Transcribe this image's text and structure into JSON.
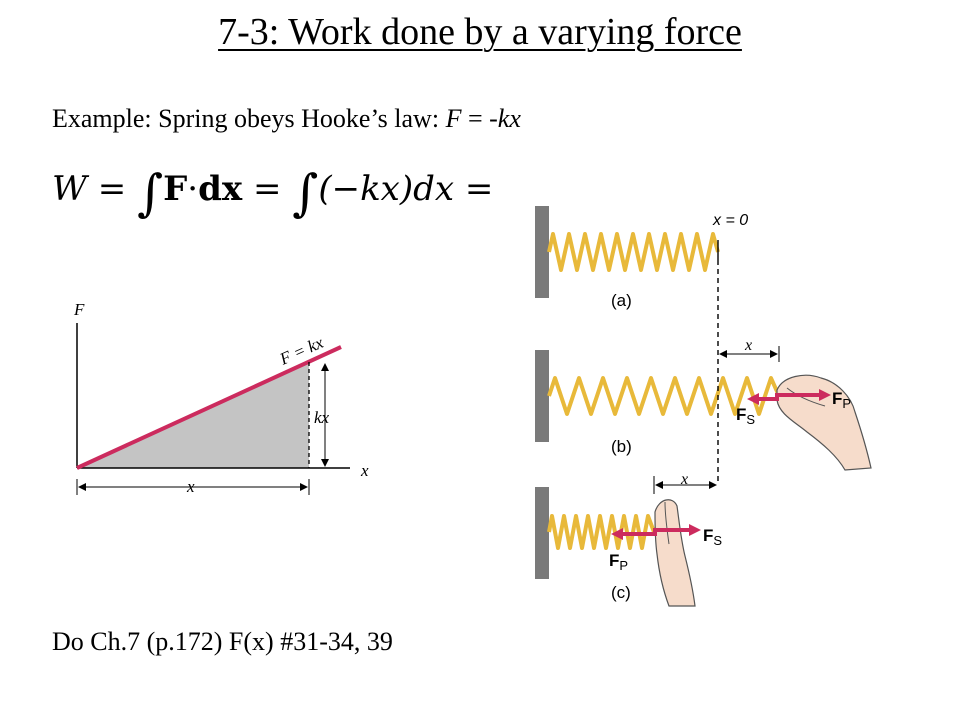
{
  "slide": {
    "title": "7-3:  Work done by a varying force",
    "example_prefix": "Example:  Spring obeys Hooke’s law:  ",
    "example_eq_F": "F",
    "example_eq_mid": " = -",
    "example_eq_kx": "kx",
    "homework": "Do Ch.7 (p.172) F(x)  #31-34, 39"
  },
  "formula": {
    "lhs": "W",
    "eq": "=",
    "integral": "∫",
    "F": "F",
    "dot": "·",
    "dx": "dx",
    "paren": "(−kx)dx"
  },
  "graph": {
    "y_axis_label": "F",
    "x_axis_label": "x",
    "line_label": "F = kx",
    "height_label": "kx",
    "base_label": "x",
    "colors": {
      "line": "#cc2b5e",
      "fill": "#c4c4c4"
    }
  },
  "springs": {
    "x0_label": "x = 0",
    "panel_a_label": "(a)",
    "panel_b_label": "(b)",
    "panel_c_label": "(c)",
    "disp_b_label": "x",
    "disp_c_label": "x",
    "fp_label_b": "F",
    "fp_sub_b": "P",
    "fs_label_b": "F",
    "fs_sub_b": "S",
    "fs_label_c": "F",
    "fs_sub_c": "S",
    "fp_label_c": "F",
    "fp_sub_c": "P",
    "colors": {
      "spring": "#e8b93a",
      "wall": "#7a7a7a",
      "arrow": "#cc2b5e",
      "skin": "#f6dccb"
    }
  }
}
